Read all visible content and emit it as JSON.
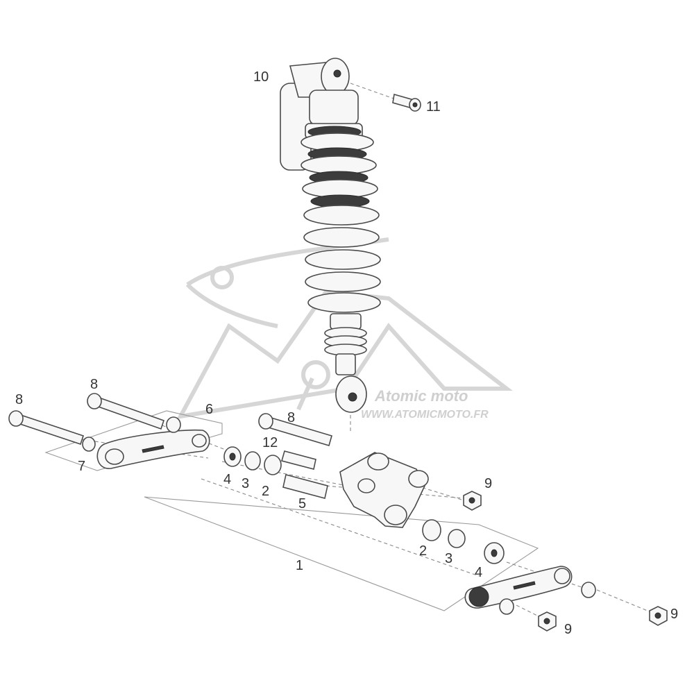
{
  "diagram": {
    "callouts": {
      "c1": "1",
      "c2a": "2",
      "c2b": "2",
      "c3a": "3",
      "c3b": "3",
      "c4a": "4",
      "c4b": "4",
      "c5": "5",
      "c6": "6",
      "c7": "7",
      "c8a": "8",
      "c8b": "8",
      "c8c": "8",
      "c9a": "9",
      "c9b": "9",
      "c9c": "9",
      "c10": "10",
      "c11": "11",
      "c12": "12"
    },
    "watermark": {
      "logo_text": "Atomic moto",
      "url": "WWW.ATOMICMOTO.FR"
    }
  }
}
